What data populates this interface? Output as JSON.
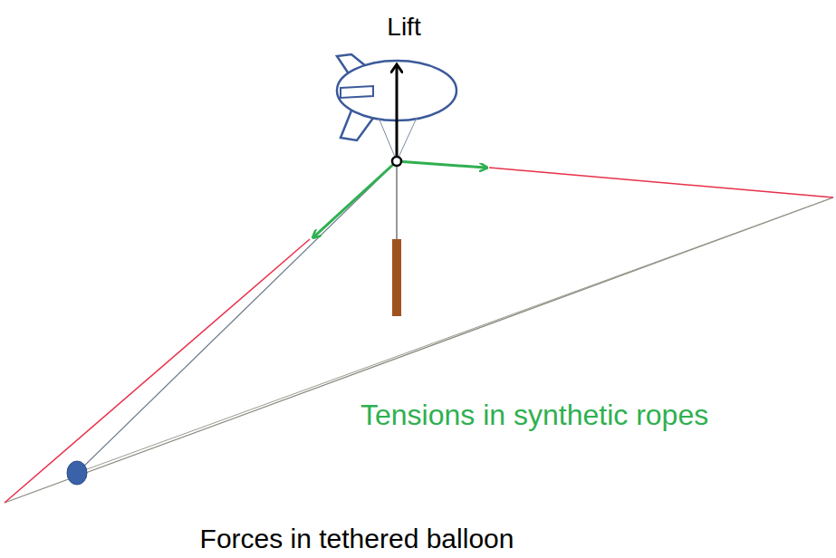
{
  "diagram": {
    "caption": "Forces in tethered balloon",
    "labels": [
      "Lift",
      "Tensions in synthetic ropes"
    ]
  }
}
